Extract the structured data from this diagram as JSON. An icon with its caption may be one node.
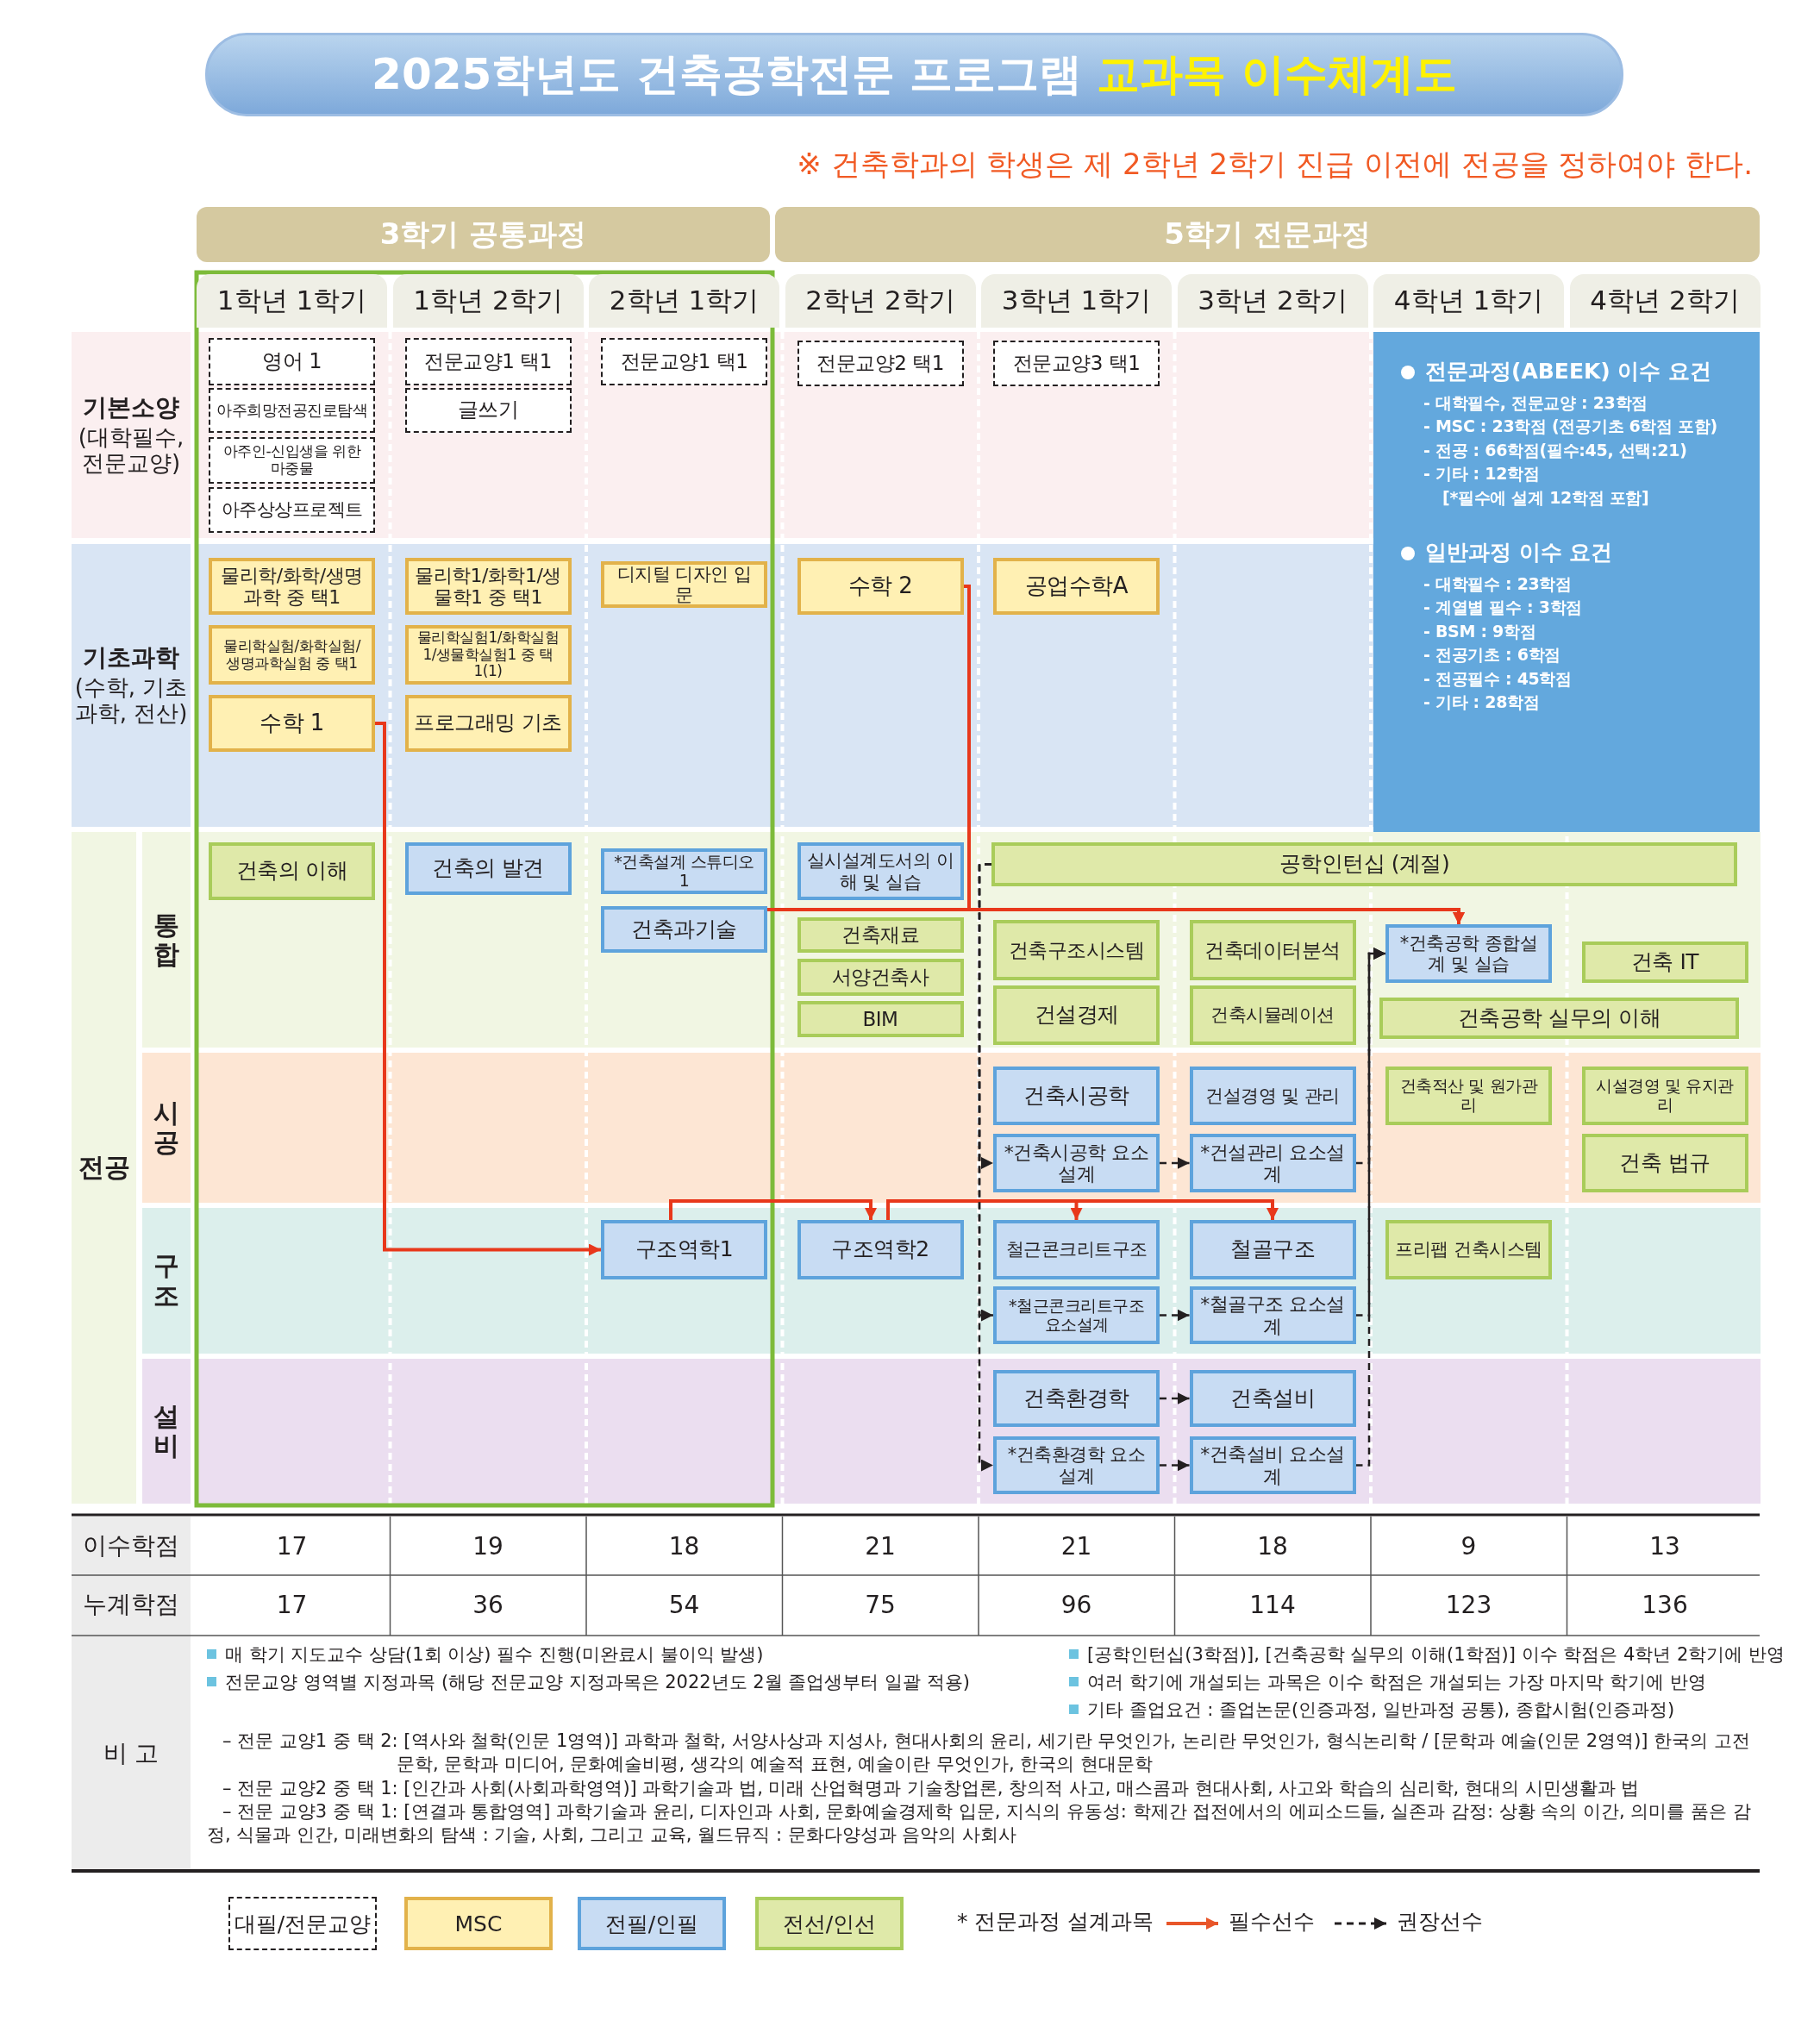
{
  "diagram": {
    "title": "2025학년도 건축공학전문 프로그램 교과목 이수체계도",
    "nodes": [
      {
        "text": [
          "3학기 공통과정"
        ]
      },
      {
        "text": [
          "5학기 전문과정"
        ]
      },
      {
        "text": [
          "1학년 1학기"
        ]
      },
      {
        "text": [
          "1학년 2학기"
        ]
      },
      {
        "text": [
          "2학년 1학기"
        ]
      },
      {
        "text": [
          "2학년 2학기"
        ]
      },
      {
        "text": [
          "3학년 1학기"
        ]
      },
      {
        "text": [
          "3학년 2학기"
        ]
      },
      {
        "text": [
          "4학년 1학기"
        ]
      },
      {
        "text": [
          "4학년 2학기"
        ]
      },
      {
        "text": [
          "기본소양",
          "(대학필수, 전문교양)"
        ]
      },
      {
        "text": [
          "영어 1"
        ]
      },
      {
        "text": [
          "아주희망전공진로탐색"
        ]
      },
      {
        "text": [
          "아주인-신입생을 위한 마중물"
        ]
      },
      {
        "text": [
          "아주상상프로젝트"
        ]
      },
      {
        "text": [
          "전문교양1 택1"
        ]
      },
      {
        "text": [
          "글쓰기"
        ]
      },
      {
        "text": [
          "전문교양1 택1"
        ]
      },
      {
        "text": [
          "전문교양2 택1"
        ]
      },
      {
        "text": [
          "전문교양3 택1"
        ]
      },
      {
        "text": [
          "전문과정(ABEEK) 이수 요건",
          "- 대학필수, 전문교양 : 23학점",
          "- MSC : 23학점 (전공기초 6학점 포함)",
          "- 전공 : 66학점(필수:45, 선택:21)",
          "- 기타 : 12학점",
          "[*필수에 설계 12학점 포함]",
          "일반과정 이수 요건",
          "- 대학필수 : 23학점",
          "- 계열별 필수 : 3학점",
          "- BSM : 9학점",
          "- 전공기초 : 6학점",
          "- 전공필수 : 45학점",
          "- 기타 : 28학점"
        ]
      },
      {
        "text": [
          "기초과학",
          "(수학, 기초과학, 전산)"
        ]
      },
      {
        "text": [
          "물리학/화학/생명과학 중 택1"
        ]
      },
      {
        "text": [
          "물리학실험/화학실험/생명과학실험 중 택1"
        ]
      },
      {
        "text": [
          "수학 1"
        ]
      },
      {
        "text": [
          "물리학1/화학1/생물학1 중 택1"
        ]
      },
      {
        "text": [
          "물리학실험1/화학실험1/생물학실험1 중 택1(1)"
        ]
      },
      {
        "text": [
          "프로그래밍 기초"
        ]
      },
      {
        "text": [
          "디지털 디자인 입문"
        ]
      },
      {
        "text": [
          "수학 2"
        ]
      },
      {
        "text": [
          "공업수학A"
        ]
      },
      {
        "text": [
          "전공"
        ]
      },
      {
        "text": [
          "통합"
        ]
      },
      {
        "text": [
          "건축의 이해"
        ]
      },
      {
        "text": [
          "건축의 발견"
        ]
      },
      {
        "text": [
          "*건축설계 스튜디오1"
        ]
      },
      {
        "text": [
          "건축과기술"
        ]
      },
      {
        "text": [
          "실시설계도서의 이해 및 실습"
        ]
      },
      {
        "text": [
          "건축재료"
        ]
      },
      {
        "text": [
          "서양건축사"
        ]
      },
      {
        "text": [
          "BIM"
        ]
      },
      {
        "text": [
          "공학인턴십 (계절)"
        ]
      },
      {
        "text": [
          "건축구조시스템"
        ]
      },
      {
        "text": [
          "건설경제"
        ]
      },
      {
        "text": [
          "건축데이터분석"
        ]
      },
      {
        "text": [
          "건축시뮬레이션"
        ]
      },
      {
        "text": [
          "*건축공학 종합설계 및 실습"
        ]
      },
      {
        "text": [
          "건축 IT"
        ]
      },
      {
        "text": [
          "건축공학 실무의 이해"
        ]
      },
      {
        "text": [
          "시공"
        ]
      },
      {
        "text": [
          "건축시공학"
        ]
      },
      {
        "text": [
          "*건축시공학 요소설계"
        ]
      },
      {
        "text": [
          "건설경영 및 관리"
        ]
      },
      {
        "text": [
          "*건설관리 요소설계"
        ]
      },
      {
        "text": [
          "건축적산 및 원가관리"
        ]
      },
      {
        "text": [
          "시설경영 및 유지관리"
        ]
      },
      {
        "text": [
          "건축 법규"
        ]
      },
      {
        "text": [
          "구조"
        ]
      },
      {
        "text": [
          "구조역학1"
        ]
      },
      {
        "text": [
          "구조역학2"
        ]
      },
      {
        "text": [
          "철근콘크리트구조"
        ]
      },
      {
        "text": [
          "*철근콘크리트구조 요소설계"
        ]
      },
      {
        "text": [
          "철골구조"
        ]
      },
      {
        "text": [
          "*철골구조 요소설계"
        ]
      },
      {
        "text": [
          "프리팹 건축시스템"
        ]
      },
      {
        "text": [
          "설비"
        ]
      },
      {
        "text": [
          "건축환경학"
        ]
      },
      {
        "text": [
          "*건축환경학 요소설계"
        ]
      },
      {
        "text": [
          "건축설비"
        ]
      },
      {
        "text": [
          "*건축설비 요소설계"
        ]
      }
    ],
    "edges": [
      {
        "from": 24,
        "to": 58,
        "arrow": "to",
        "color": "#e8381b"
      },
      {
        "from": 36,
        "to": 46,
        "arrow": "to",
        "color": "#e8381b"
      },
      {
        "from": 29,
        "to": 46,
        "arrow": "to",
        "color": "#e8381b"
      },
      {
        "from": 58,
        "to": 59,
        "arrow": "to",
        "color": "#e8381b"
      },
      {
        "from": 59,
        "to": 60,
        "arrow": "to",
        "color": "#e8381b"
      },
      {
        "from": 59,
        "to": 62,
        "arrow": "to",
        "color": "#e8381b"
      },
      {
        "from": 41,
        "to": 51,
        "arrow": "to",
        "style": "dashed"
      },
      {
        "from": 41,
        "to": 61,
        "arrow": "to",
        "style": "dashed"
      },
      {
        "from": 41,
        "to": 67,
        "arrow": "to",
        "style": "dashed"
      },
      {
        "from": 51,
        "to": 53,
        "arrow": "to",
        "style": "dashed"
      },
      {
        "from": 61,
        "to": 63,
        "arrow": "to",
        "style": "dashed"
      },
      {
        "from": 66,
        "to": 68,
        "arrow": "to",
        "style": "dashed"
      },
      {
        "from": 67,
        "to": 69,
        "arrow": "to",
        "style": "dashed"
      },
      {
        "from": 53,
        "to": 46,
        "arrow": "to",
        "style": "dashed"
      },
      {
        "from": 63,
        "to": 46,
        "arrow": "to",
        "style": "dashed"
      },
      {
        "from": 69,
        "to": 46,
        "arrow": "to",
        "style": "dashed"
      }
    ],
    "labels": [
      "※ 건축학과의 학생은 제 2학년 2학기 진급 이전에 전공을 정하여야 한다.",
      "이수학점",
      "17",
      "19",
      "18",
      "21",
      "21",
      "18",
      "9",
      "13",
      "누계학점",
      "17",
      "36",
      "54",
      "75",
      "96",
      "114",
      "123",
      "136",
      "비 고",
      "매 학기 지도교수 상담(1회 이상) 필수 진행(미완료시 불이익 발생)",
      "전문교양 영역별 지정과목 (해당 전문교양 지정과목은 2022년도 2월 졸업생부터 일괄 적용)",
      "– 전문 교양1 중 택 2: [역사와 철학(인문 1영역)] 과학과 철학, 서양사상과 지성사, 현대사회의 윤리, 세기란 무엇인가, 논리란 무엇인가, 형식논리학 / [문학과 예술(인문 2영역)] 한국의 고전문학, 문학과 미디어, 문화예술비평, 생각의 예술적 표현, 예술이란 무엇인가, 한국의 현대문학",
      "– 전문 교양2 중 택 1: [인간과 사회(사회과학영역)] 과학기술과 법, 미래 산업혁명과 기술창업론, 창의적 사고, 매스콤과 현대사회, 사고와 학습의 심리학, 현대의 시민생활과 법",
      "– 전문 교양3 중 택 1: [연결과 통합영역] 과학기술과 윤리, 디자인과 사회, 문화예술경제학 입문, 지식의 유동성: 학제간 접전에서의 에피소드들, 실존과 감정: 상황 속의 이간, 의미를 품은 감정, 식물과 인간, 미래변화의 탐색 : 기술, 사회, 그리고 교육, 월드뮤직 : 문화다양성과 음악의 사회사",
      "[공학인턴십(3학점)], [건축공학 실무의 이해(1학점)] 이수 학점은 4학년 2학기에 반영",
      "여러 학기에 개설되는 과목은 이수 학점은 개설되는 가장 마지막 학기에 반영",
      "기타 졸업요건 : 졸업논문(인증과정, 일반과정 공통), 종합시험(인증과정)"
    ],
    "legend": [
      {
        "text": "대필/전문교양"
      },
      {
        "text": "MSC",
        "color": "#fff0b3"
      },
      {
        "text": "전필/인필",
        "color": "#c8dcf3"
      },
      {
        "text": "전선/인선",
        "color": "#dfe9a9"
      },
      {
        "text": "* 전문과정 설계과목"
      },
      {
        "text": "필수선수"
      },
      {
        "text": "권장선수"
      }
    ]
  }
}
